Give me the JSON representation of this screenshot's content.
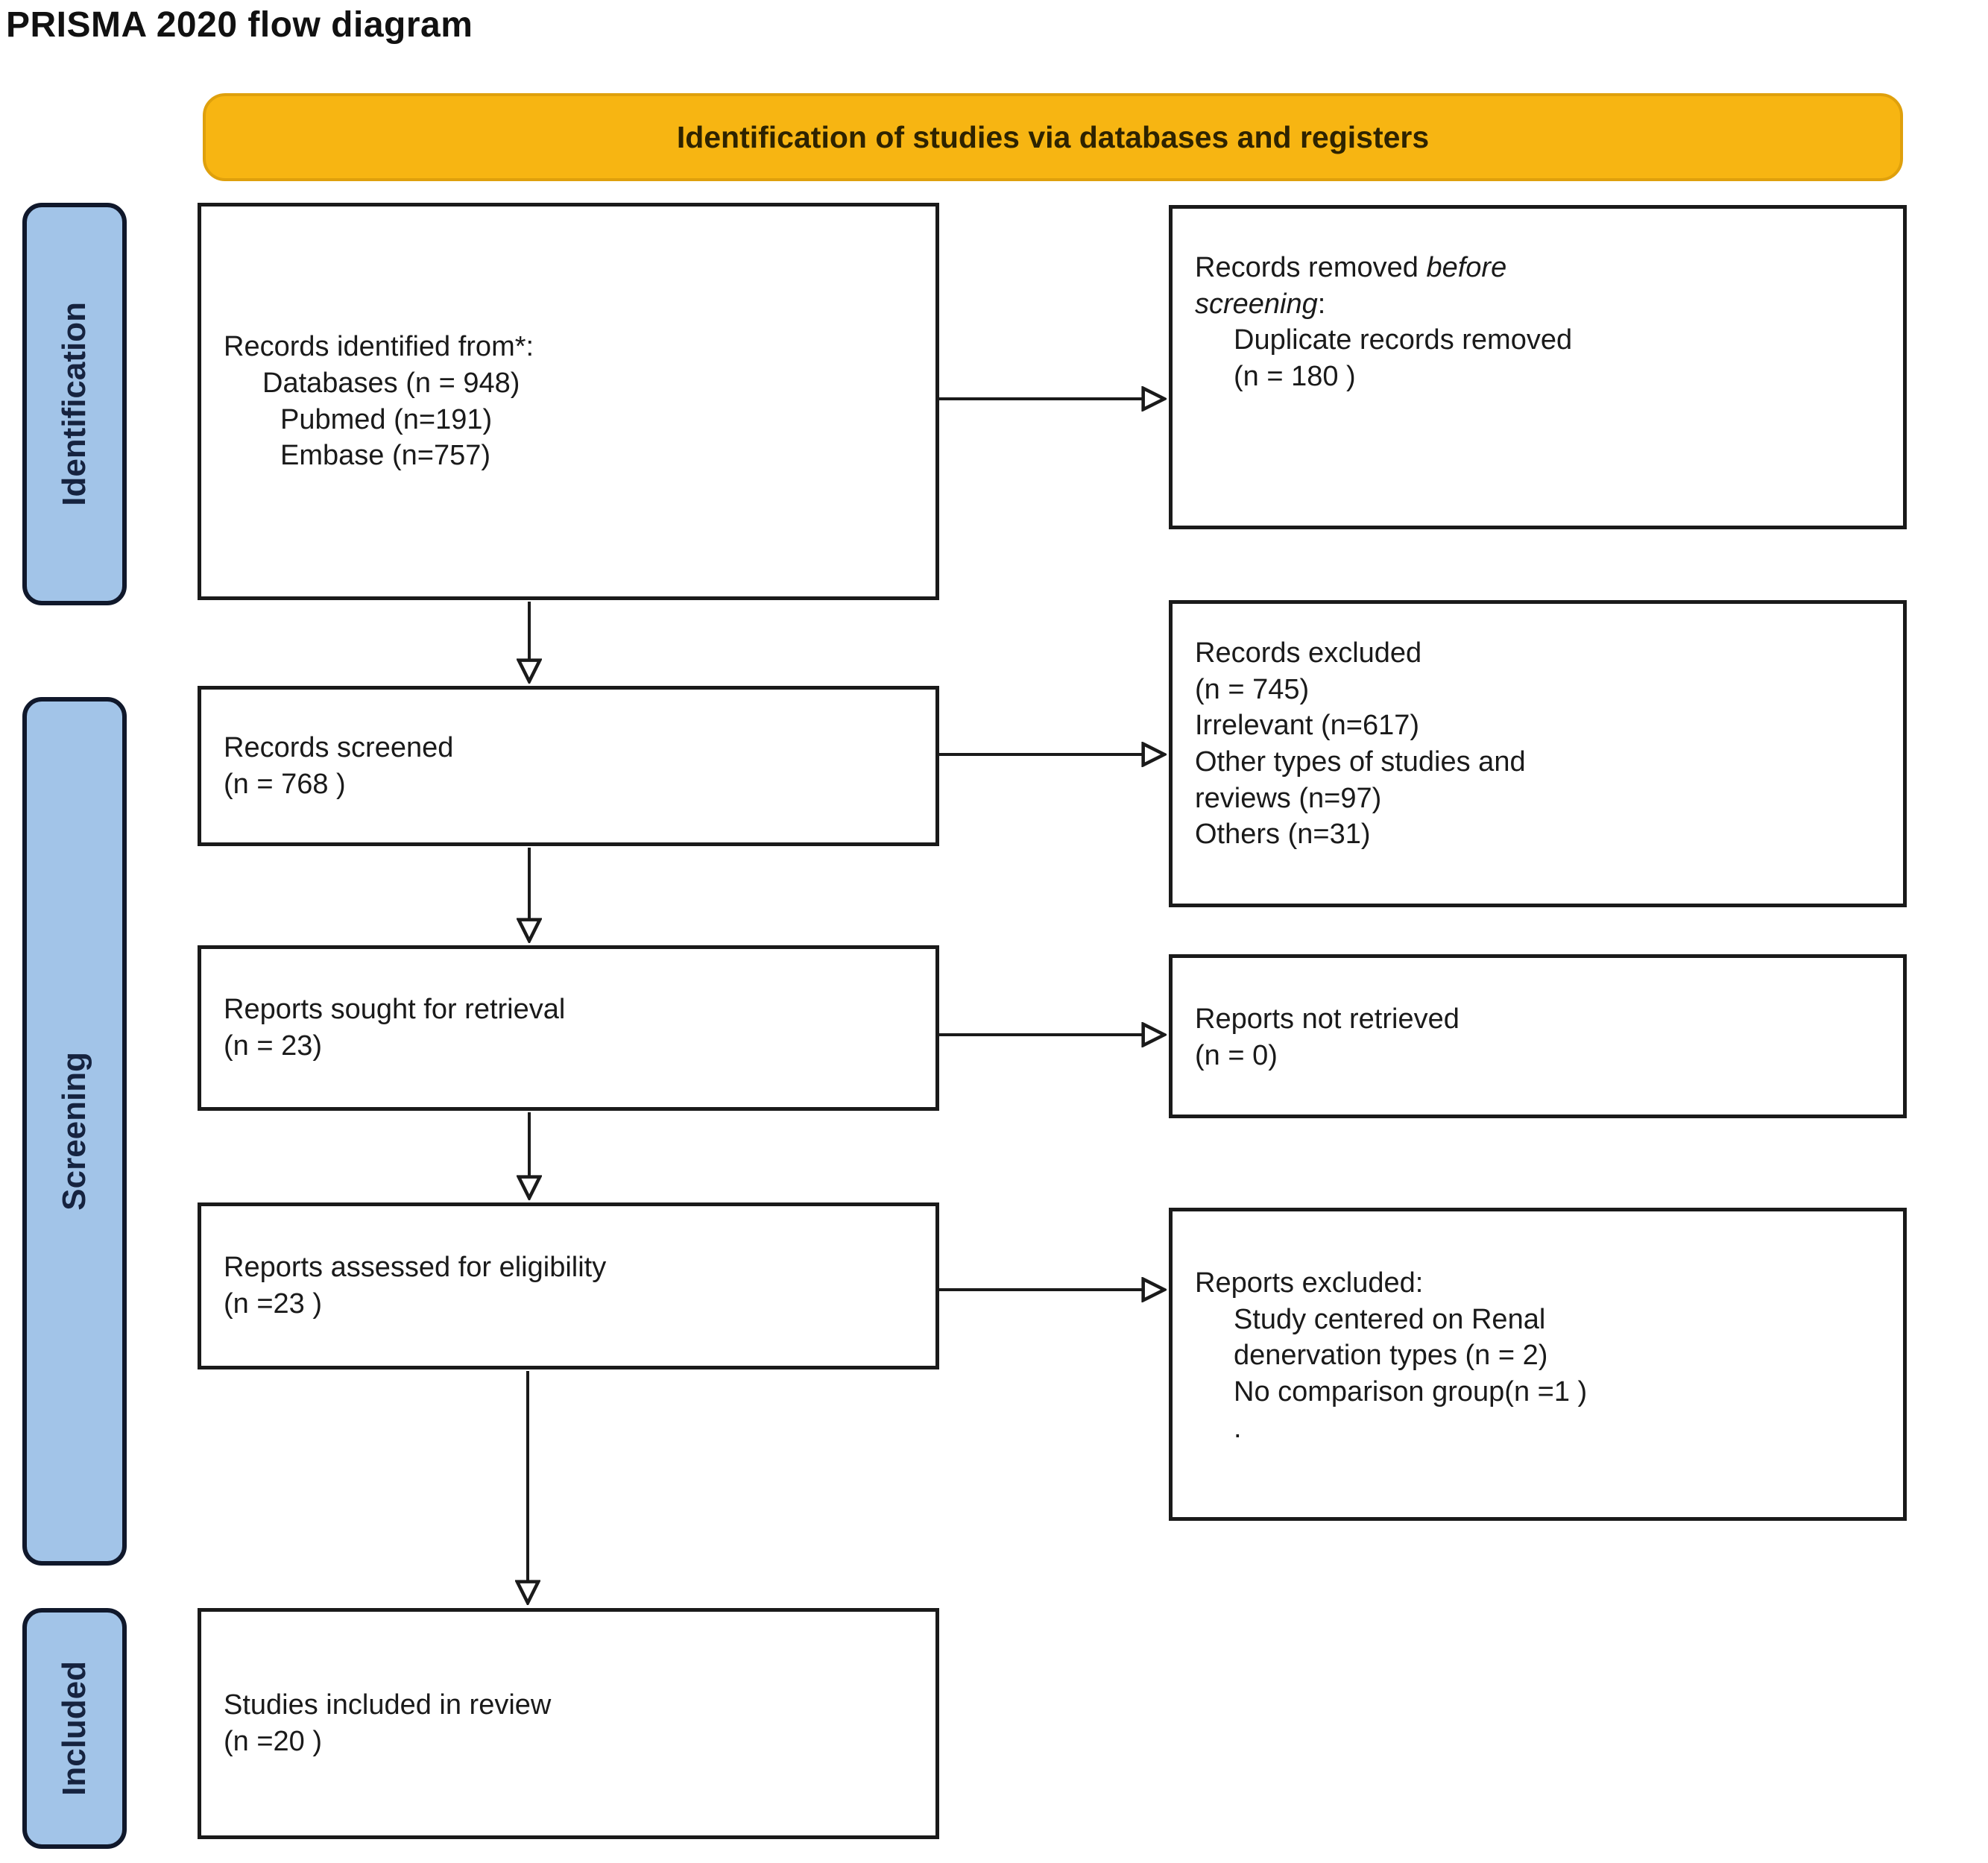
{
  "title": "PRISMA 2020 flow diagram",
  "banner": {
    "label": "Identification of studies via databases and registers"
  },
  "stages": [
    {
      "label": "Identification"
    },
    {
      "label": "Screening"
    },
    {
      "label": "Included"
    }
  ],
  "boxes": {
    "identified": {
      "l1": "Records identified from*:",
      "l2": "Databases (n = 948)",
      "l3": "Pubmed (n=191)",
      "l4": "Embase (n=757)"
    },
    "removed": {
      "l1_normal": "Records removed ",
      "l1_italic": "before",
      "l2_italic": "screening",
      "l2_normal": ":",
      "l3": "Duplicate records removed",
      "l4": "(n = 180 )"
    },
    "screened": {
      "l1": "Records screened",
      "l2": "(n = 768 )"
    },
    "excluded": {
      "l1": "Records excluded",
      "l2": "(n = 745)",
      "l3": "Irrelevant (n=617)",
      "l4": "Other types of studies and",
      "l5": "reviews (n=97)",
      "l6": "Others (n=31)"
    },
    "sought": {
      "l1": "Reports sought for retrieval",
      "l2": "(n = 23)"
    },
    "not_retrieved": {
      "l1": "Reports not retrieved",
      "l2": "(n = 0)"
    },
    "assessed": {
      "l1": "Reports assessed for eligibility",
      "l2": "(n =23 )"
    },
    "reports_excluded": {
      "l1": "Reports excluded:",
      "l2": "Study centered on Renal",
      "l3": "denervation types (n = 2)",
      "l4": "No comparison group(n =1 )",
      "l5": "."
    },
    "included": {
      "l1": "Studies included in review",
      "l2": "(n =20 )"
    }
  },
  "colors": {
    "banner_fill": "#F7B512",
    "banner_border": "#DFA00C",
    "banner_text": "#2E2300",
    "stage_fill": "#A2C4E8",
    "stage_border": "#10182B",
    "stage_text": "#16233F",
    "box_border": "#1A1A1A",
    "arrow": "#1A1A1A"
  }
}
